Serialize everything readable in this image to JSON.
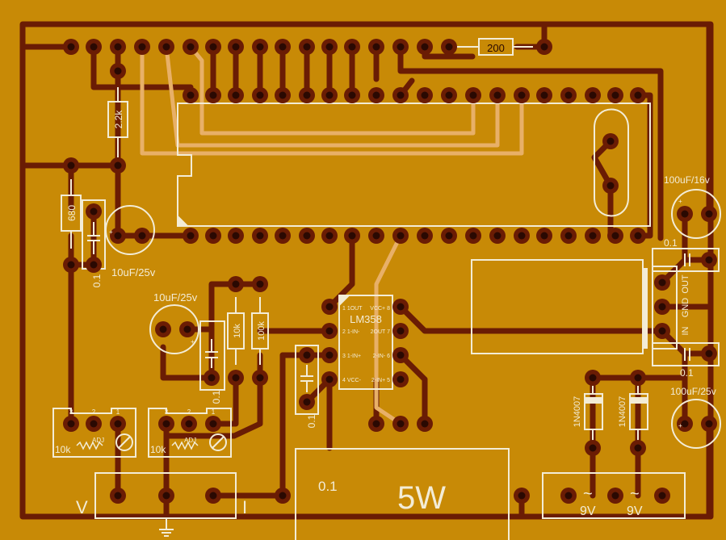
{
  "colors": {
    "board": "#c88a06",
    "trace": "#6a1c04",
    "pad_hole": "#2a0902",
    "jumper": "#e8b068",
    "silk": "#f3ecd6"
  },
  "labels": {
    "r200": "200",
    "r2k2": "2.2k",
    "r680": "680",
    "c_bypass_left": "0.1",
    "c10uf_top": "10uF/25v",
    "c10uf_mid": "10uF/25v",
    "r10k": "10k",
    "r100k": "100k",
    "c_bypass_mid": "0.1",
    "c_bypass_lm": "0.1",
    "ic_name": "LM358",
    "ic_pins_left": [
      "1 1OUT",
      "2 1-IN-",
      "3 1-IN+",
      "4 VCC-"
    ],
    "ic_pins_right": [
      "VCC+ 8",
      "2OUT 7",
      "2-IN- 6",
      "2-IN+ 5"
    ],
    "pot_pins": [
      "3",
      "2",
      "1"
    ],
    "pot_adj": "ADJ",
    "pot_value": "10k",
    "pot_value_2": "10k",
    "conn_v": "V",
    "conn_i": "I",
    "shunt_value": "0.1",
    "shunt_power": "5W",
    "reg_pins": [
      "OUT",
      "GND",
      "IN"
    ],
    "c100uf16": "100uF/16v",
    "c100uf25": "100uF/25v",
    "reg_cap_top": "0.1",
    "reg_cap_bottom": "0.1",
    "diode_1": "1N4007",
    "diode_2": "1N4007",
    "ac_1": "9V",
    "ac_2": "9V",
    "tilde": "~"
  }
}
